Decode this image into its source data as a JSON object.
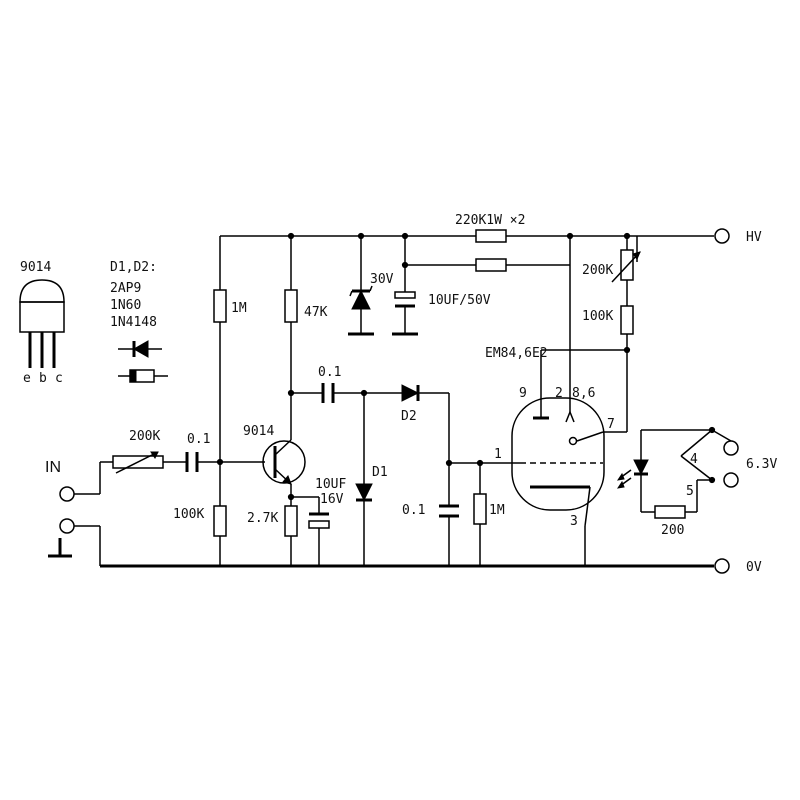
{
  "legend": {
    "transistor_name": "9014",
    "pin_e": "e",
    "pin_b": "b",
    "pin_c": "c",
    "diode_title": "D1,D2:",
    "diode_types": [
      "2AP9",
      "1N60",
      "1N4148"
    ]
  },
  "terminals": {
    "hv": "HV",
    "ov": "0V",
    "input": "IN",
    "heater": "6.3V"
  },
  "components": {
    "r_hv_divider": "220K1W ×2",
    "zener_voltage": "30V",
    "cap_filter": "10UF/50V",
    "r_bias_top": "1M",
    "r_collector": "47K",
    "r_bias_bottom": "100K",
    "r_emitter": "2.7K",
    "cap_emitter_value": "10UF",
    "cap_emitter_voltage": "16V",
    "transistor": "9014",
    "pot_input": "200K",
    "cap_input": "0.1",
    "cap_coupling": "0.1",
    "diode_d1": "D1",
    "diode_d2": "D2",
    "cap_grid": "0.1",
    "r_grid": "1M",
    "tube_type": "EM84,6E2",
    "pot_hv": "200K",
    "r_hv_series": "100K",
    "r_led": "200"
  },
  "tube_pins": {
    "p9": "9",
    "p2": "2",
    "p86": "8,6",
    "p7": "7",
    "p1": "1",
    "p3": "3",
    "p4": "4",
    "p5": "5"
  }
}
